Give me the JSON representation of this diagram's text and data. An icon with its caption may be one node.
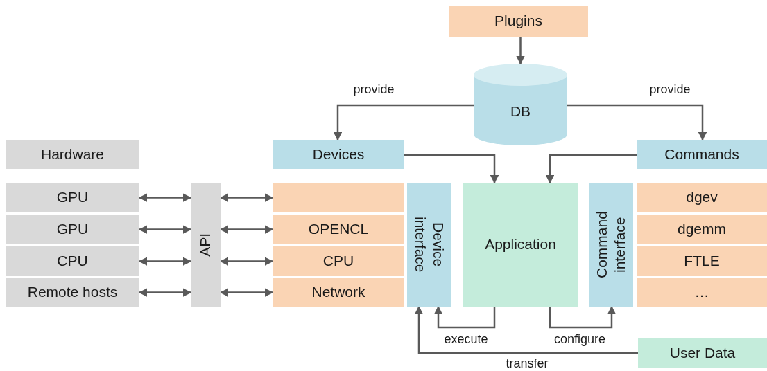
{
  "diagram": {
    "nodes": [
      {
        "text": [
          "Plugins"
        ]
      },
      {
        "text": [
          "DB"
        ]
      },
      {
        "text": [
          "Devices"
        ]
      },
      {
        "text": [
          "Commands"
        ]
      },
      {
        "text": [
          "Hardware"
        ]
      },
      {
        "text": [
          "GPU"
        ]
      },
      {
        "text": [
          "GPU"
        ]
      },
      {
        "text": [
          "CPU"
        ]
      },
      {
        "text": [
          "Remote hosts"
        ]
      },
      {
        "text": [
          "API"
        ]
      },
      {
        "text": [],
        "shape": "box"
      },
      {
        "text": [
          "OPENCL"
        ]
      },
      {
        "text": [
          "CPU"
        ]
      },
      {
        "text": [
          "Network"
        ]
      },
      {
        "text": [
          "Device interface"
        ]
      },
      {
        "text": [
          "Application"
        ]
      },
      {
        "text": [
          "Command interface"
        ]
      },
      {
        "text": [
          "dgev"
        ]
      },
      {
        "text": [
          "dgemm"
        ]
      },
      {
        "text": [
          "FTLE"
        ]
      },
      {
        "text": [
          "…"
        ]
      },
      {
        "text": [
          "User Data"
        ]
      }
    ],
    "edges": [
      {
        "from": 0,
        "to": 1,
        "arrow": "to"
      },
      {
        "from": 1,
        "to": 2,
        "arrow": "to",
        "label": "provide"
      },
      {
        "from": 1,
        "to": 3,
        "arrow": "to",
        "label": "provide"
      },
      {
        "from": 2,
        "to": 15,
        "arrow": "to"
      },
      {
        "from": 3,
        "to": 15,
        "arrow": "to"
      },
      {
        "from": 5,
        "to": 9,
        "arrow": "both"
      },
      {
        "from": 6,
        "to": 9,
        "arrow": "both"
      },
      {
        "from": 7,
        "to": 9,
        "arrow": "both"
      },
      {
        "from": 8,
        "to": 9,
        "arrow": "both"
      },
      {
        "from": 9,
        "to": 10,
        "arrow": "both"
      },
      {
        "from": 9,
        "to": 11,
        "arrow": "both"
      },
      {
        "from": 9,
        "to": 12,
        "arrow": "both"
      },
      {
        "from": 9,
        "to": 13,
        "arrow": "both"
      },
      {
        "from": 15,
        "to": 14,
        "arrow": "to",
        "label": "execute"
      },
      {
        "from": 15,
        "to": 16,
        "arrow": "to",
        "label": "configure"
      },
      {
        "from": 21,
        "to": 14,
        "arrow": "to",
        "label": "transfer"
      }
    ]
  }
}
